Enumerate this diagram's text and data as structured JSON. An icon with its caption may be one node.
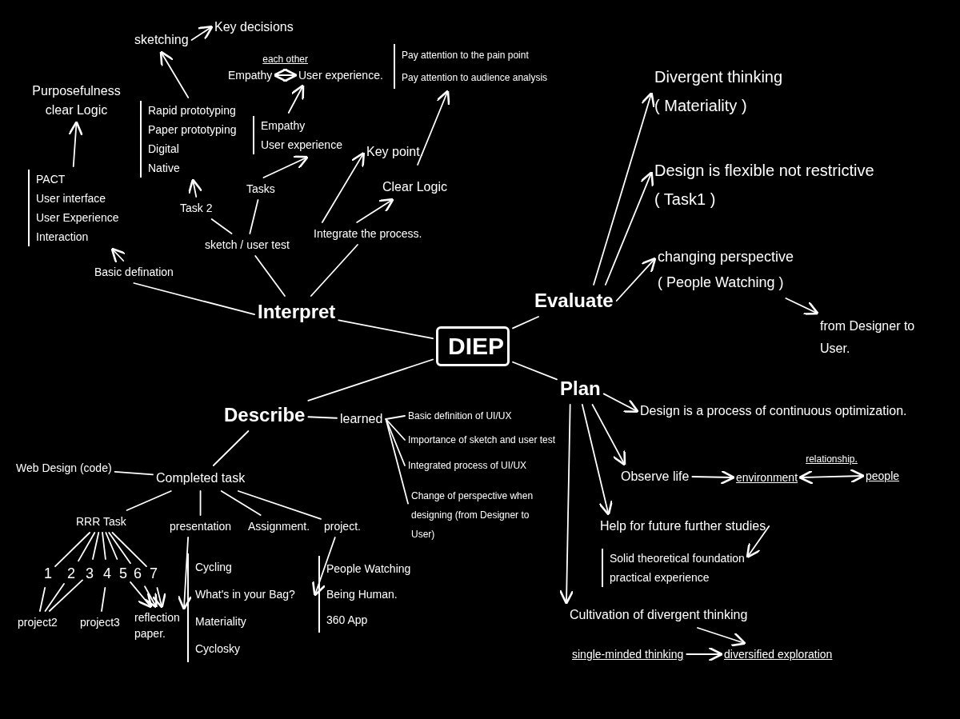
{
  "diagram": {
    "nodes": [
      {
        "text": [
          "DIEP"
        ]
      },
      {
        "text": [
          "Interpret"
        ]
      },
      {
        "text": [
          "Evaluate"
        ]
      },
      {
        "text": [
          "Plan"
        ]
      },
      {
        "text": [
          "Describe"
        ]
      },
      {
        "text": [
          "Basic defination"
        ]
      },
      {
        "text": [
          "sketch / user test"
        ]
      },
      {
        "text": [
          "Integrate the process."
        ]
      },
      {
        "text": [
          "PACT",
          "User interface",
          "User Experience",
          "Interaction"
        ]
      },
      {
        "text": [
          "Purposefulness clear Logic"
        ]
      },
      {
        "text": [
          "Task 2"
        ]
      },
      {
        "text": [
          "Rapid prototyping",
          "Paper prototyping",
          "Digital",
          "Native"
        ]
      },
      {
        "text": [
          "sketching"
        ]
      },
      {
        "text": [
          "Key decisions"
        ]
      },
      {
        "text": [
          "Tasks"
        ]
      },
      {
        "text": [
          "Empathy",
          "User experience"
        ]
      },
      {
        "text": [
          "Empathy"
        ]
      },
      {
        "text": [
          "User experience."
        ]
      },
      {
        "text": [
          "Key point."
        ]
      },
      {
        "text": [
          "Clear Logic"
        ]
      },
      {
        "text": [
          "Pay attention to the pain point",
          "Pay attention to audience analysis"
        ]
      },
      {
        "text": [
          "Divergent thinking",
          "( Materiality )"
        ]
      },
      {
        "text": [
          "Design is flexible not restrictive",
          "( Task1 )"
        ]
      },
      {
        "text": [
          "changing perspective",
          "( People Watching )"
        ]
      },
      {
        "text": [
          "from Designer to User."
        ]
      },
      {
        "text": [
          "Design is a process of continuous optimization."
        ]
      },
      {
        "text": [
          "Observe life"
        ]
      },
      {
        "text": [
          "environment"
        ]
      },
      {
        "text": [
          "people"
        ]
      },
      {
        "text": [
          "Help for future further studies"
        ]
      },
      {
        "text": [
          "Solid theoretical foundation",
          "practical experience"
        ]
      },
      {
        "text": [
          "Cultivation of divergent thinking"
        ]
      },
      {
        "text": [
          "single-minded thinking"
        ]
      },
      {
        "text": [
          "diversified exploration"
        ]
      },
      {
        "text": [
          "learned"
        ]
      },
      {
        "text": [
          "Basic definition of UI/UX"
        ]
      },
      {
        "text": [
          "Importance of sketch and user test"
        ]
      },
      {
        "text": [
          "Integrated process of UI/UX"
        ]
      },
      {
        "text": [
          "Change of perspective when designing (from Designer to User)"
        ]
      },
      {
        "text": [
          "Completed task"
        ]
      },
      {
        "text": [
          "Web Design (code)"
        ]
      },
      {
        "text": [
          "RRR Task"
        ]
      },
      {
        "text": [
          "presentation"
        ]
      },
      {
        "text": [
          "Assignment."
        ]
      },
      {
        "text": [
          "project."
        ]
      },
      {
        "text": [
          "1"
        ]
      },
      {
        "text": [
          "2"
        ]
      },
      {
        "text": [
          "3"
        ]
      },
      {
        "text": [
          "4"
        ]
      },
      {
        "text": [
          "5"
        ]
      },
      {
        "text": [
          "6"
        ]
      },
      {
        "text": [
          "7"
        ]
      },
      {
        "text": [
          "project2"
        ]
      },
      {
        "text": [
          "project3"
        ]
      },
      {
        "text": [
          "reflection paper."
        ]
      },
      {
        "text": [
          "Cycling",
          "What's in your Bag?",
          "Materiality",
          "Cyclosky"
        ]
      },
      {
        "text": [
          "People Watching",
          "Being Human.",
          "360 App"
        ]
      }
    ],
    "edges": [
      {
        "from": 0,
        "to": 1,
        "arrow": "none"
      },
      {
        "from": 0,
        "to": 2,
        "arrow": "none"
      },
      {
        "from": 0,
        "to": 3,
        "arrow": "none"
      },
      {
        "from": 0,
        "to": 4,
        "arrow": "none"
      },
      {
        "from": 1,
        "to": 5,
        "arrow": "none"
      },
      {
        "from": 1,
        "to": 6,
        "arrow": "none"
      },
      {
        "from": 1,
        "to": 7,
        "arrow": "none"
      },
      {
        "from": 5,
        "to": 8,
        "arrow": "to"
      },
      {
        "from": 8,
        "to": 9,
        "arrow": "to"
      },
      {
        "from": 6,
        "to": 10,
        "arrow": "none"
      },
      {
        "from": 6,
        "to": 14,
        "arrow": "none"
      },
      {
        "from": 10,
        "to": 11,
        "arrow": "to"
      },
      {
        "from": 11,
        "to": 12,
        "arrow": "to"
      },
      {
        "from": 12,
        "to": 13,
        "arrow": "to"
      },
      {
        "from": 14,
        "to": 15,
        "arrow": "to"
      },
      {
        "from": 15,
        "to": 17,
        "arrow": "to"
      },
      {
        "from": 16,
        "to": 17,
        "arrow": "both",
        "label": "each other"
      },
      {
        "from": 7,
        "to": 18,
        "arrow": "to"
      },
      {
        "from": 7,
        "to": 19,
        "arrow": "to"
      },
      {
        "from": 18,
        "to": 20,
        "arrow": "to"
      },
      {
        "from": 2,
        "to": 21,
        "arrow": "to"
      },
      {
        "from": 2,
        "to": 22,
        "arrow": "to"
      },
      {
        "from": 2,
        "to": 23,
        "arrow": "to"
      },
      {
        "from": 23,
        "to": 24,
        "arrow": "to"
      },
      {
        "from": 3,
        "to": 25,
        "arrow": "to"
      },
      {
        "from": 3,
        "to": 26,
        "arrow": "to"
      },
      {
        "from": 26,
        "to": 27,
        "arrow": "to"
      },
      {
        "from": 27,
        "to": 28,
        "arrow": "both",
        "label": "relationship."
      },
      {
        "from": 3,
        "to": 29,
        "arrow": "to"
      },
      {
        "from": 29,
        "to": 30,
        "arrow": "to"
      },
      {
        "from": 3,
        "to": 31,
        "arrow": "to"
      },
      {
        "from": 31,
        "to": 33,
        "arrow": "to"
      },
      {
        "from": 32,
        "to": 33,
        "arrow": "to"
      },
      {
        "from": 4,
        "to": 34,
        "arrow": "none"
      },
      {
        "from": 34,
        "to": 35,
        "arrow": "none"
      },
      {
        "from": 34,
        "to": 36,
        "arrow": "none"
      },
      {
        "from": 34,
        "to": 37,
        "arrow": "none"
      },
      {
        "from": 34,
        "to": 38,
        "arrow": "none"
      },
      {
        "from": 4,
        "to": 39,
        "arrow": "none"
      },
      {
        "from": 39,
        "to": 40,
        "arrow": "none"
      },
      {
        "from": 39,
        "to": 41,
        "arrow": "none"
      },
      {
        "from": 39,
        "to": 42,
        "arrow": "none"
      },
      {
        "from": 39,
        "to": 43,
        "arrow": "none"
      },
      {
        "from": 39,
        "to": 44,
        "arrow": "none"
      },
      {
        "from": 41,
        "to": 45,
        "arrow": "none"
      },
      {
        "from": 41,
        "to": 46,
        "arrow": "none"
      },
      {
        "from": 41,
        "to": 47,
        "arrow": "none"
      },
      {
        "from": 41,
        "to": 48,
        "arrow": "none"
      },
      {
        "from": 41,
        "to": 49,
        "arrow": "none"
      },
      {
        "from": 41,
        "to": 50,
        "arrow": "none"
      },
      {
        "from": 41,
        "to": 51,
        "arrow": "none"
      },
      {
        "from": 45,
        "to": 52,
        "arrow": "none"
      },
      {
        "from": 46,
        "to": 52,
        "arrow": "none"
      },
      {
        "from": 47,
        "to": 52,
        "arrow": "none"
      },
      {
        "from": 48,
        "to": 53,
        "arrow": "none"
      },
      {
        "from": 49,
        "to": 54,
        "arrow": "to"
      },
      {
        "from": 50,
        "to": 54,
        "arrow": "to"
      },
      {
        "from": 51,
        "to": 54,
        "arrow": "to"
      },
      {
        "from": 42,
        "to": 55,
        "arrow": "to"
      },
      {
        "from": 44,
        "to": 56,
        "arrow": "to"
      }
    ]
  }
}
